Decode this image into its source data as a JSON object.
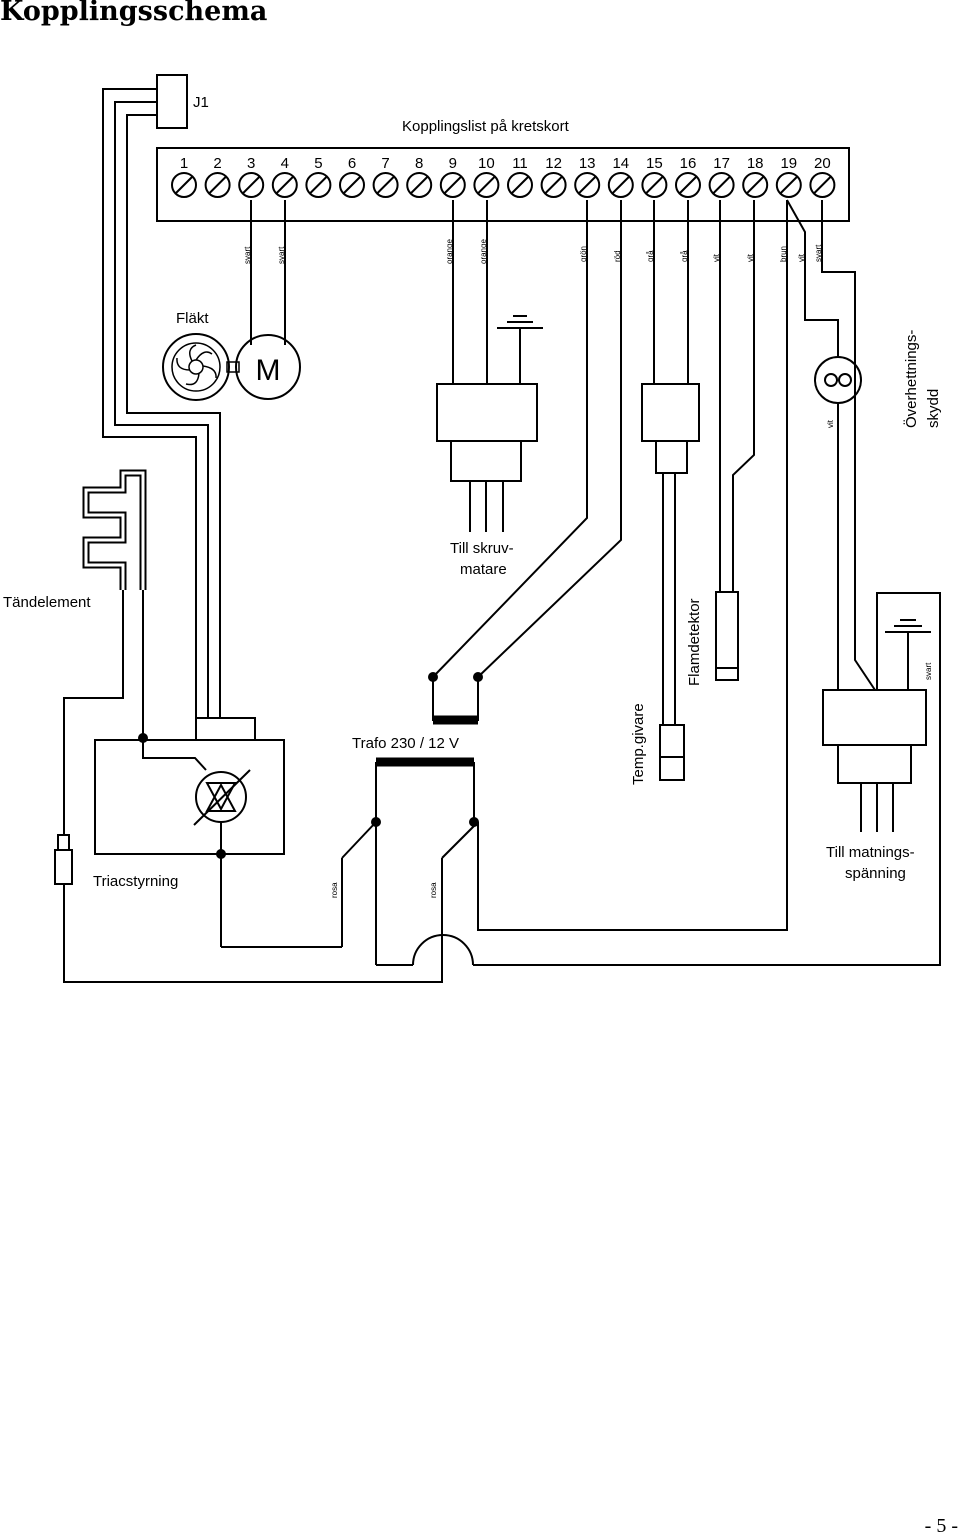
{
  "page": {
    "title": "Kopplingsschema",
    "page_number": "- 5 -"
  },
  "diagram": {
    "connector_j1": "J1",
    "terminal_strip_title": "Kopplingslist på kretskort",
    "terminals": [
      "1",
      "2",
      "3",
      "4",
      "5",
      "6",
      "7",
      "8",
      "9",
      "10",
      "11",
      "12",
      "13",
      "14",
      "15",
      "16",
      "17",
      "18",
      "19",
      "20"
    ],
    "wire_colors": {
      "t3": "svart",
      "t4": "svart",
      "t9": "orange",
      "t10": "orange",
      "t13": "grön",
      "t14": "röd",
      "t15": "grå",
      "t16": "grå",
      "t17": "vit",
      "t18": "vit",
      "t19": "brun",
      "t19b": "vit",
      "t20": "svart"
    },
    "fan_label": "Fläkt",
    "motor_symbol": "M",
    "screw_feeder_label": [
      "Till skruv-",
      "matare"
    ],
    "ignition_label": "Tändelement",
    "triac_label": "Triacstyrning",
    "transformer_label": "Trafo 230 / 12 V",
    "rosa_labels": [
      "rosa",
      "rosa"
    ],
    "temp_sensor_label": "Temp.givare",
    "flame_detector_label": "Flamdetektor",
    "overheat_label": [
      "Överhettnings-",
      "skydd"
    ],
    "overheat_wire": "vit",
    "supply_wire": "svart",
    "supply_label": [
      "Till matnings-",
      "spänning"
    ]
  }
}
